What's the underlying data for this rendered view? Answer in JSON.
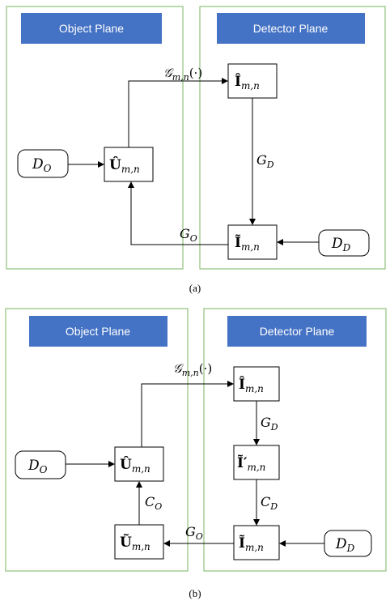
{
  "panel_a": {
    "object_plane_label": "Object Plane",
    "detector_plane_label": "Detector Plane",
    "nodes": {
      "d_o": {
        "base": "D",
        "sub": "O"
      },
      "u_hat": {
        "base": "Û",
        "sub": "m,n"
      },
      "i_hat": {
        "base": "Î",
        "sub": "m,n"
      },
      "i_tilde": {
        "base": "Ĩ",
        "sub": "m,n"
      },
      "d_d": {
        "base": "D",
        "sub": "D"
      }
    },
    "edges": {
      "g_mn": {
        "base": "𝒢",
        "sub": "m,n",
        "tail": "(·)"
      },
      "g_d": {
        "base": "G",
        "sub": "D"
      },
      "g_o": {
        "base": "G",
        "sub": "O"
      }
    },
    "caption": "(a)"
  },
  "panel_b": {
    "object_plane_label": "Object Plane",
    "detector_plane_label": "Detector Plane",
    "nodes": {
      "d_o": {
        "base": "D",
        "sub": "O"
      },
      "u_hat": {
        "base": "Û",
        "sub": "m,n"
      },
      "u_tilde": {
        "base": "Ũ",
        "sub": "m,n"
      },
      "i_hat": {
        "base": "Î",
        "sub": "m,n"
      },
      "i_tilde_prime": {
        "base": "Ĩ′",
        "sub": "m,n"
      },
      "i_tilde": {
        "base": "Ĩ",
        "sub": "m,n"
      },
      "d_d": {
        "base": "D",
        "sub": "D"
      }
    },
    "edges": {
      "g_mn": {
        "base": "𝒢",
        "sub": "m,n",
        "tail": "(·)"
      },
      "g_d": {
        "base": "G",
        "sub": "D"
      },
      "c_d": {
        "base": "C",
        "sub": "D"
      },
      "g_o": {
        "base": "G",
        "sub": "O"
      },
      "c_o": {
        "base": "C",
        "sub": "O"
      }
    },
    "caption": "(b)"
  },
  "colors": {
    "panel_border": "#8fc07a",
    "header_fill": "#4472c4",
    "line": "#000000"
  }
}
